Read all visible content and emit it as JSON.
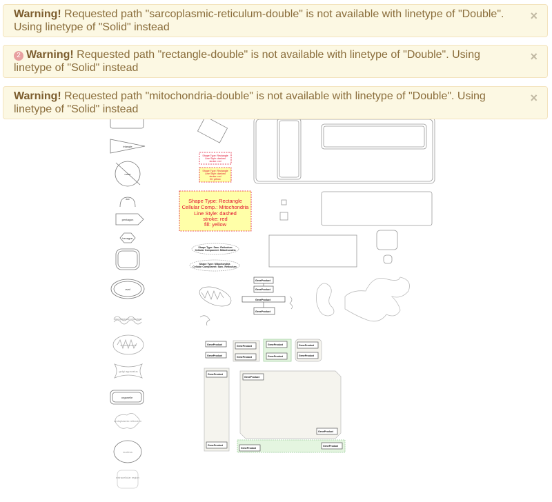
{
  "alerts": [
    {
      "strong": "Warning!",
      "text": " Requested path \"sarcoplasmic-reticulum-double\" is not available with linetype of \"Double\". Using linetype of \"Solid\" instead",
      "badge": "",
      "close": "×"
    },
    {
      "strong": "Warning!",
      "text": " Requested path \"rectangle-double\" is not available with linetype of \"Double\". Using linetype of \"Solid\" instead",
      "badge": "2",
      "close": "×"
    },
    {
      "strong": "Warning!",
      "text": " Requested path \"mitochondria-double\" is not available with linetype of \"Double\". Using linetype of \"Solid\" instead",
      "badge": "",
      "close": "×"
    }
  ],
  "shapes": {
    "triangle": "triangle",
    "arc": "arc",
    "none_label": "none",
    "pentagon": "pentagon",
    "hexagon": "hexagon",
    "oval": "oval",
    "octagon_label": "oval",
    "sarcoplasmic": "sarcoplasmic reticulum",
    "mitochondria": "mitochondria",
    "golgi": "golgi apparatus",
    "organelle": "organelle",
    "er": "endoplasmic reticulum",
    "nucleus": "nucleus",
    "extracellular": "extracellular region"
  },
  "labels": {
    "red_small_1": [
      "Shape Type: Rectangle",
      "Line Style: dashed",
      "stroke: red"
    ],
    "red_small_2": [
      "Shape Type: Rectangle",
      "Line Style: dashed",
      "stroke: red",
      "fill: yellow"
    ],
    "main_box": [
      "Shape Type: Rectangle",
      "Cellular Comp.: Mitochondria",
      "Line Style: dashed",
      "stroke: red",
      "fill: yellow"
    ],
    "ellipse_1": [
      "Shape Type: Sarc. Reticulum",
      "Cellular Component: Mitochondria"
    ],
    "ellipse_2": [
      "Shape Type: Mitochondria",
      "Cellular Component: Sarc. Reticulum"
    ],
    "gene": "GeneProduct"
  },
  "colors": {
    "alert_bg": "#fcf8e3",
    "alert_text": "#8a6d3b",
    "red": "#e0102f",
    "yellow": "#ffffa8",
    "green": "#dff5dd"
  }
}
